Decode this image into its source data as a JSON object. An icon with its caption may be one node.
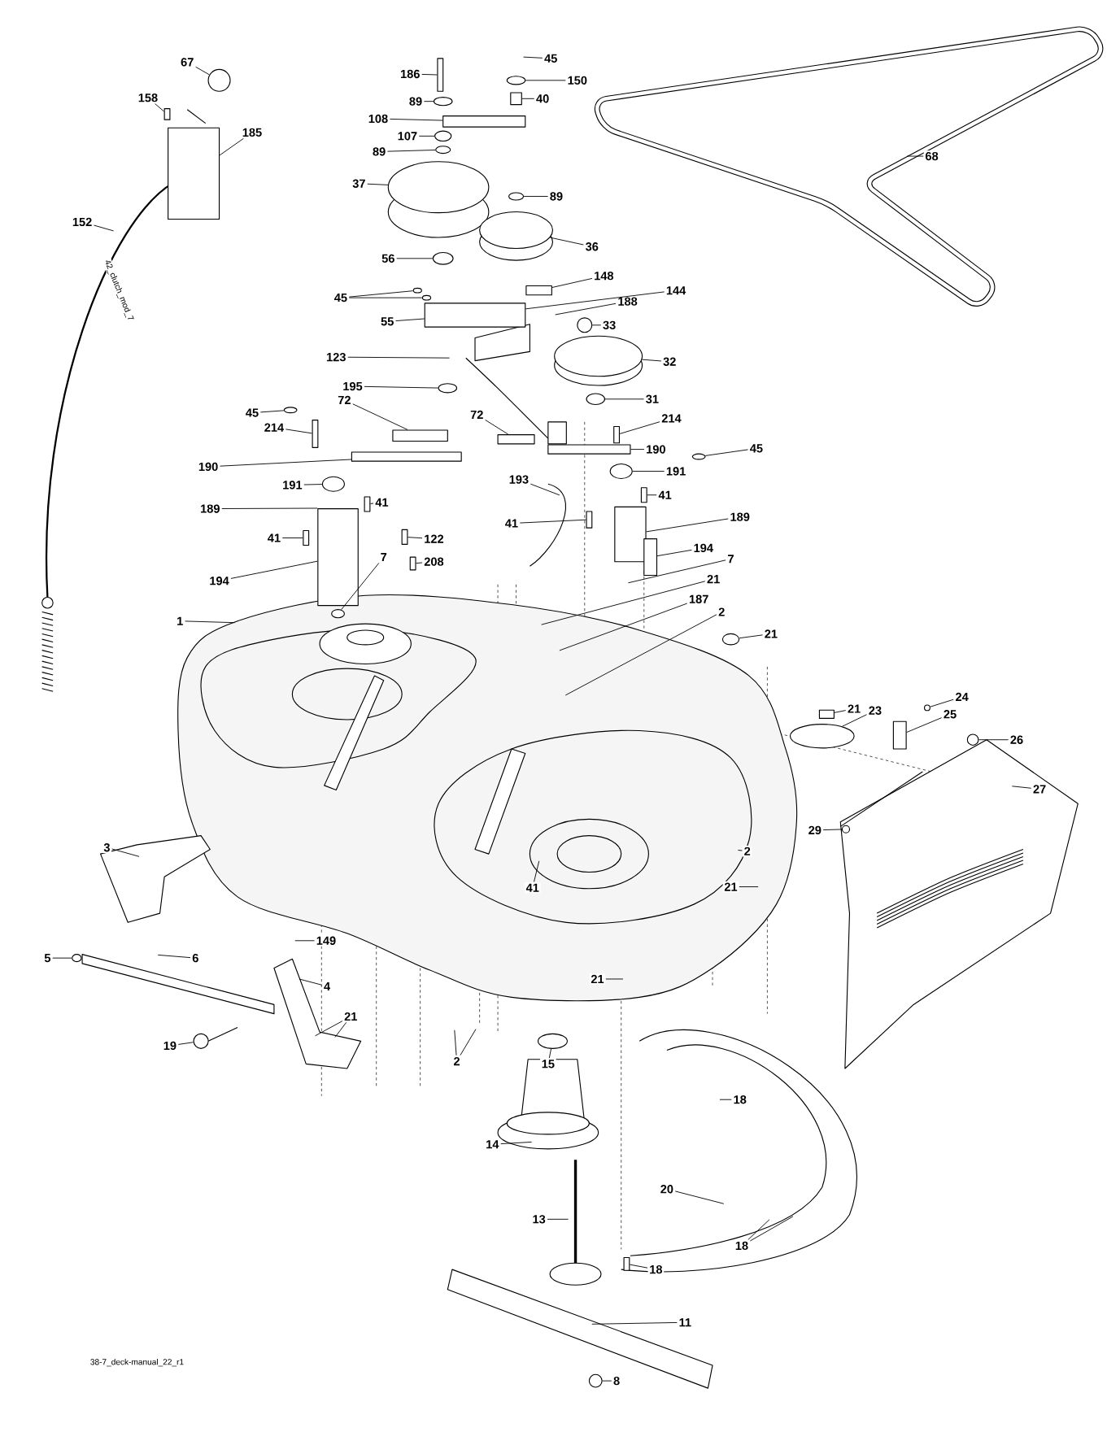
{
  "diagram": {
    "nodes": [
      {
        "text": [
          "67"
        ]
      },
      {
        "text": [
          "158"
        ]
      },
      {
        "text": [
          "185"
        ]
      },
      {
        "text": [
          "152"
        ]
      },
      {
        "text": [
          "186"
        ]
      },
      {
        "text": [
          "45"
        ]
      },
      {
        "text": [
          "89"
        ]
      },
      {
        "text": [
          "150"
        ]
      },
      {
        "text": [
          "40"
        ]
      },
      {
        "text": [
          "108"
        ]
      },
      {
        "text": [
          "107"
        ]
      },
      {
        "text": [
          "89"
        ]
      },
      {
        "text": [
          "37"
        ]
      },
      {
        "text": [
          "89"
        ]
      },
      {
        "text": [
          "68"
        ]
      },
      {
        "text": [
          "36"
        ]
      },
      {
        "text": [
          "56"
        ]
      },
      {
        "text": [
          "148"
        ]
      },
      {
        "text": [
          "45"
        ]
      },
      {
        "text": [
          "144"
        ]
      },
      {
        "text": [
          "188"
        ]
      },
      {
        "text": [
          "55"
        ]
      },
      {
        "text": [
          "33"
        ]
      },
      {
        "text": [
          "123"
        ]
      },
      {
        "text": [
          "32"
        ]
      },
      {
        "text": [
          "195"
        ]
      },
      {
        "text": [
          "72"
        ]
      },
      {
        "text": [
          "31"
        ]
      },
      {
        "text": [
          "45"
        ]
      },
      {
        "text": [
          "214"
        ]
      },
      {
        "text": [
          "72"
        ]
      },
      {
        "text": [
          "214"
        ]
      },
      {
        "text": [
          "190"
        ]
      },
      {
        "text": [
          "190"
        ]
      },
      {
        "text": [
          "45"
        ]
      },
      {
        "text": [
          "191"
        ]
      },
      {
        "text": [
          "191"
        ]
      },
      {
        "text": [
          "189"
        ]
      },
      {
        "text": [
          "41"
        ]
      },
      {
        "text": [
          "193"
        ]
      },
      {
        "text": [
          "41"
        ]
      },
      {
        "text": [
          "41"
        ]
      },
      {
        "text": [
          "122"
        ]
      },
      {
        "text": [
          "41"
        ]
      },
      {
        "text": [
          "189"
        ]
      },
      {
        "text": [
          "194"
        ]
      },
      {
        "text": [
          "208"
        ]
      },
      {
        "text": [
          "7"
        ]
      },
      {
        "text": [
          "7"
        ]
      },
      {
        "text": [
          "194"
        ]
      },
      {
        "text": [
          "21"
        ]
      },
      {
        "text": [
          "187"
        ]
      },
      {
        "text": [
          "2"
        ]
      },
      {
        "text": [
          "1"
        ]
      },
      {
        "text": [
          "21"
        ]
      },
      {
        "text": [
          "21"
        ]
      },
      {
        "text": [
          "23"
        ]
      },
      {
        "text": [
          "24"
        ]
      },
      {
        "text": [
          "25"
        ]
      },
      {
        "text": [
          "26"
        ]
      },
      {
        "text": [
          "27"
        ]
      },
      {
        "text": [
          "29"
        ]
      },
      {
        "text": [
          "2"
        ]
      },
      {
        "text": [
          "41"
        ]
      },
      {
        "text": [
          "21"
        ]
      },
      {
        "text": [
          "3"
        ]
      },
      {
        "text": [
          "149"
        ]
      },
      {
        "text": [
          "5"
        ]
      },
      {
        "text": [
          "6"
        ]
      },
      {
        "text": [
          "4"
        ]
      },
      {
        "text": [
          "21"
        ]
      },
      {
        "text": [
          "21"
        ]
      },
      {
        "text": [
          "19"
        ]
      },
      {
        "text": [
          "2"
        ]
      },
      {
        "text": [
          "15"
        ]
      },
      {
        "text": [
          "18"
        ]
      },
      {
        "text": [
          "14"
        ]
      },
      {
        "text": [
          "20"
        ]
      },
      {
        "text": [
          "13"
        ]
      },
      {
        "text": [
          "18"
        ]
      },
      {
        "text": [
          "18"
        ]
      },
      {
        "text": [
          "11"
        ]
      },
      {
        "text": [
          "8"
        ]
      },
      {
        "text": [],
        "shape": "circle"
      },
      {
        "text": [],
        "shape": "circle"
      },
      {
        "text": [],
        "shape": "circle"
      },
      {
        "text": [],
        "shape": "box"
      },
      {
        "text": [],
        "shape": "box"
      },
      {
        "text": [],
        "shape": "circle"
      },
      {
        "text": [],
        "shape": "circle"
      },
      {
        "text": [],
        "shape": "circle"
      },
      {
        "text": [],
        "shape": "circle"
      },
      {
        "text": [],
        "shape": "circle"
      },
      {
        "text": [],
        "shape": "circle"
      },
      {
        "text": [],
        "shape": "circle"
      },
      {
        "text": [],
        "shape": "circle"
      },
      {
        "text": [],
        "shape": "circle"
      },
      {
        "text": [],
        "shape": "circle"
      },
      {
        "text": [],
        "shape": "circle"
      },
      {
        "text": [],
        "shape": "box"
      },
      {
        "text": [],
        "shape": "circle"
      },
      {
        "text": [],
        "shape": "box"
      },
      {
        "text": [],
        "shape": "circle"
      },
      {
        "text": [],
        "shape": "circle"
      },
      {
        "text": [],
        "shape": "box"
      },
      {
        "text": [],
        "shape": "circle"
      },
      {
        "text": [],
        "shape": "circle"
      },
      {
        "text": [],
        "shape": "circle"
      },
      {
        "text": [],
        "shape": "circle"
      },
      {
        "text": [],
        "shape": "circle"
      },
      {
        "text": [],
        "shape": "circle"
      },
      {
        "text": [],
        "shape": "circle"
      },
      {
        "text": [],
        "shape": "circle"
      },
      {
        "text": [],
        "shape": "box"
      },
      {
        "text": [],
        "shape": "box"
      },
      {
        "text": [],
        "shape": "box"
      },
      {
        "text": [],
        "shape": "box"
      },
      {
        "text": [],
        "shape": "box"
      },
      {
        "text": [],
        "shape": "box"
      },
      {
        "text": [],
        "shape": "box"
      },
      {
        "text": [],
        "shape": "box"
      },
      {
        "text": [],
        "shape": "box"
      },
      {
        "text": [],
        "shape": "box"
      },
      {
        "text": [],
        "shape": "box"
      },
      {
        "text": [],
        "shape": "box"
      },
      {
        "text": [],
        "shape": "box"
      },
      {
        "text": [],
        "shape": "box"
      },
      {
        "text": [],
        "shape": "box"
      },
      {
        "text": [],
        "shape": "circle"
      },
      {
        "text": [],
        "shape": "box"
      },
      {
        "text": [],
        "shape": "box"
      },
      {
        "text": [],
        "shape": "box"
      },
      {
        "text": [],
        "shape": "box"
      },
      {
        "text": [],
        "shape": "circle"
      },
      {
        "text": [],
        "shape": "circle"
      },
      {
        "text": [],
        "shape": "circle"
      },
      {
        "text": [],
        "shape": "box"
      }
    ],
    "edges": [
      {
        "from": 0,
        "to": 83,
        "arrow": "none"
      },
      {
        "from": 1,
        "to": 130,
        "arrow": "none"
      },
      {
        "from": 2,
        "to": 131,
        "arrow": "none"
      },
      {
        "from": 3,
        "to": null,
        "arrow": "none"
      },
      {
        "from": 4,
        "to": 127,
        "arrow": "none"
      },
      {
        "from": 5,
        "to": null,
        "arrow": "none"
      },
      {
        "from": 6,
        "to": 84,
        "arrow": "none"
      },
      {
        "from": 7,
        "to": 85,
        "arrow": "none"
      },
      {
        "from": 8,
        "to": 86,
        "arrow": "none"
      },
      {
        "from": 9,
        "to": 87,
        "arrow": "none"
      },
      {
        "from": 10,
        "to": 88,
        "arrow": "none"
      },
      {
        "from": 11,
        "to": 89,
        "arrow": "none"
      },
      {
        "from": 12,
        "to": 90,
        "arrow": "none"
      },
      {
        "from": 13,
        "to": 91,
        "arrow": "none"
      },
      {
        "from": 14,
        "to": null,
        "arrow": "none"
      },
      {
        "from": 15,
        "to": 112,
        "arrow": "none"
      },
      {
        "from": 16,
        "to": 92,
        "arrow": "none"
      },
      {
        "from": 17,
        "to": 132,
        "arrow": "none"
      },
      {
        "from": 18,
        "to": 109,
        "arrow": "none"
      },
      {
        "from": 18,
        "to": 110,
        "arrow": "none"
      },
      {
        "from": 19,
        "to": 113,
        "arrow": "none"
      },
      {
        "from": 20,
        "to": null,
        "arrow": "none"
      },
      {
        "from": 21,
        "to": 113,
        "arrow": "none"
      },
      {
        "from": 22,
        "to": 93,
        "arrow": "none"
      },
      {
        "from": 23,
        "to": null,
        "arrow": "none"
      },
      {
        "from": 24,
        "to": 111,
        "arrow": "none"
      },
      {
        "from": 25,
        "to": 94,
        "arrow": "none"
      },
      {
        "from": 26,
        "to": 114,
        "arrow": "none"
      },
      {
        "from": 27,
        "to": 128,
        "arrow": "none"
      },
      {
        "from": 28,
        "to": 95,
        "arrow": "none"
      },
      {
        "from": 29,
        "to": 126,
        "arrow": "none"
      },
      {
        "from": 30,
        "to": 115,
        "arrow": "none"
      },
      {
        "from": 31,
        "to": 116,
        "arrow": "none"
      },
      {
        "from": 32,
        "to": 117,
        "arrow": "none"
      },
      {
        "from": 33,
        "to": 118,
        "arrow": "none"
      },
      {
        "from": 34,
        "to": 96,
        "arrow": "none"
      },
      {
        "from": 35,
        "to": 97,
        "arrow": "none"
      },
      {
        "from": 36,
        "to": 98,
        "arrow": "none"
      },
      {
        "from": 37,
        "to": 119,
        "arrow": "none"
      },
      {
        "from": 38,
        "to": 120,
        "arrow": "none"
      },
      {
        "from": 39,
        "to": null,
        "arrow": "none"
      },
      {
        "from": 40,
        "to": 123,
        "arrow": "none"
      },
      {
        "from": 41,
        "to": 121,
        "arrow": "none"
      },
      {
        "from": 42,
        "to": 124,
        "arrow": "none"
      },
      {
        "from": 43,
        "to": 122,
        "arrow": "none"
      },
      {
        "from": 44,
        "to": 99,
        "arrow": "none"
      },
      {
        "from": 45,
        "to": 129,
        "arrow": "none"
      },
      {
        "from": 46,
        "to": 125,
        "arrow": "none"
      },
      {
        "from": 47,
        "to": 133,
        "arrow": "none"
      },
      {
        "from": 48,
        "to": null,
        "arrow": "none"
      },
      {
        "from": 49,
        "to": 119,
        "arrow": "none"
      },
      {
        "from": 50,
        "to": null,
        "arrow": "none"
      },
      {
        "from": 51,
        "to": null,
        "arrow": "none"
      },
      {
        "from": 52,
        "to": null,
        "arrow": "none"
      },
      {
        "from": 53,
        "to": null,
        "arrow": "none"
      },
      {
        "from": 54,
        "to": 100,
        "arrow": "none"
      },
      {
        "from": 55,
        "to": 101,
        "arrow": "none"
      },
      {
        "from": 56,
        "to": 102,
        "arrow": "none"
      },
      {
        "from": 57,
        "to": 103,
        "arrow": "none"
      },
      {
        "from": 58,
        "to": 104,
        "arrow": "none"
      },
      {
        "from": 59,
        "to": 105,
        "arrow": "none"
      },
      {
        "from": 60,
        "to": null,
        "arrow": "none"
      },
      {
        "from": 61,
        "to": 134,
        "arrow": "none"
      },
      {
        "from": 62,
        "to": null,
        "arrow": "none"
      },
      {
        "from": 63,
        "to": null,
        "arrow": "none"
      },
      {
        "from": 64,
        "to": null,
        "arrow": "none"
      },
      {
        "from": 65,
        "to": null,
        "arrow": "none"
      },
      {
        "from": 66,
        "to": null,
        "arrow": "none"
      },
      {
        "from": 67,
        "to": 135,
        "arrow": "none"
      },
      {
        "from": 68,
        "to": null,
        "arrow": "none"
      },
      {
        "from": 69,
        "to": null,
        "arrow": "none"
      },
      {
        "from": 70,
        "to": null,
        "arrow": "none"
      },
      {
        "from": 70,
        "to": null,
        "arrow": "none"
      },
      {
        "from": 71,
        "to": null,
        "arrow": "none"
      },
      {
        "from": 72,
        "to": 106,
        "arrow": "none"
      },
      {
        "from": 73,
        "to": null,
        "arrow": "none"
      },
      {
        "from": 73,
        "to": null,
        "arrow": "none"
      },
      {
        "from": 74,
        "to": 107,
        "arrow": "none"
      },
      {
        "from": 75,
        "to": null,
        "arrow": "none"
      },
      {
        "from": 76,
        "to": null,
        "arrow": "none"
      },
      {
        "from": 77,
        "to": null,
        "arrow": "none"
      },
      {
        "from": 78,
        "to": null,
        "arrow": "none"
      },
      {
        "from": 79,
        "to": null,
        "arrow": "none"
      },
      {
        "from": 79,
        "to": null,
        "arrow": "none"
      },
      {
        "from": 80,
        "to": 136,
        "arrow": "none"
      },
      {
        "from": 81,
        "to": null,
        "arrow": "none"
      },
      {
        "from": 82,
        "to": 108,
        "arrow": "none"
      }
    ],
    "labels": [
      "42_clutch_mod_7",
      "38-7_deck-manual_22_r1"
    ]
  }
}
